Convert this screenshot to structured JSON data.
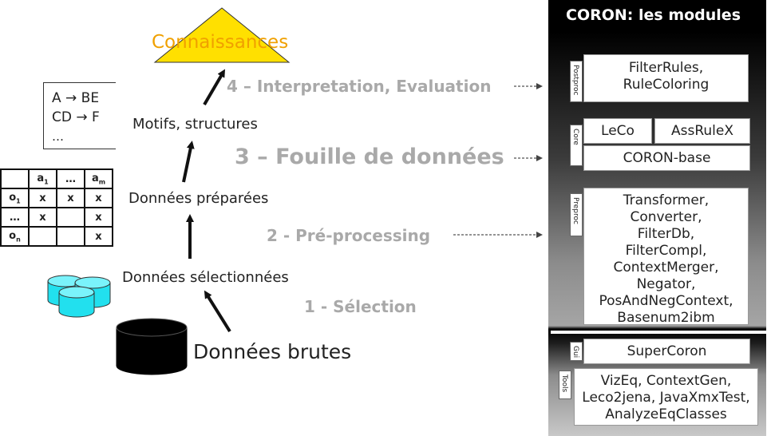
{
  "pyramid": {
    "label": "Connaissances",
    "fill": "#ffe000",
    "text_color": "#f0a000"
  },
  "rules_box": {
    "lines": [
      "A → BE",
      "CD → F",
      "…"
    ]
  },
  "stages": {
    "motifs": "Motifs, structures",
    "preparees": "Données préparées",
    "selectionnees": "Données sélectionnées",
    "brutes": "Données brutes"
  },
  "steps": {
    "s4": "4 – Interpretation, Evaluation",
    "s3": "3 – Fouille de données",
    "s2": "2 - Pré-processing",
    "s1": "1 - Sélection"
  },
  "table": {
    "header": [
      "",
      "a1",
      "…",
      "am"
    ],
    "rows": [
      [
        "o1",
        "x",
        "x",
        "x"
      ],
      [
        "…",
        "x",
        "",
        "x"
      ],
      [
        "on",
        "",
        "",
        "x"
      ]
    ]
  },
  "panel": {
    "title": "CORON: les modules",
    "postproc": {
      "tab": "Postproc",
      "lines": [
        "FilterRules,",
        "RuleColoring"
      ]
    },
    "core": {
      "tab": "Core",
      "leco": "LeCo",
      "assrulex": "AssRuleX",
      "base": "CORON-base"
    },
    "preproc": {
      "tab": "Preproc",
      "lines": [
        "Transformer,",
        "Converter,",
        "FilterDb,",
        "FilterCompl,",
        "ContextMerger,",
        "Negator,",
        "PosAndNegContext,",
        "Basenum2ibm"
      ]
    },
    "gui": {
      "tab": "Gui",
      "label": "SuperCoron"
    },
    "tools": {
      "tab": "Tools",
      "lines": [
        "VizEq, ContextGen,",
        "Leco2jena, JavaXmxTest,",
        "AnalyzeEqClasses"
      ]
    }
  },
  "colors": {
    "cylinder_cyan": "#22e0ee",
    "cylinder_black": "#000000",
    "step_gray": "#a9a9a9"
  }
}
